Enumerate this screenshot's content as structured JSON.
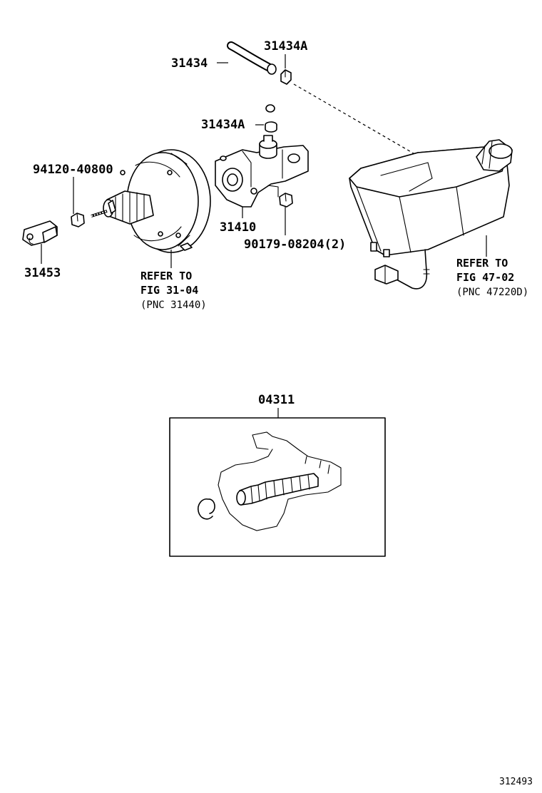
{
  "figure_id": "312493",
  "labels": {
    "hose": "31434",
    "clamp_top": "31434A",
    "clamp_lower": "31434A",
    "nut": "94120-40800",
    "clevis": "31453",
    "master_cylinder": "31410",
    "mount_nut": "90179-08204(2)",
    "kit": "04311"
  },
  "refs": {
    "booster": {
      "line1": "REFER TO",
      "line2": "FIG 31-04",
      "line3": "(PNC 31440)"
    },
    "reservoir": {
      "line1": "REFER TO",
      "line2": "FIG 47-02",
      "line3": "(PNC 47220D)"
    }
  }
}
